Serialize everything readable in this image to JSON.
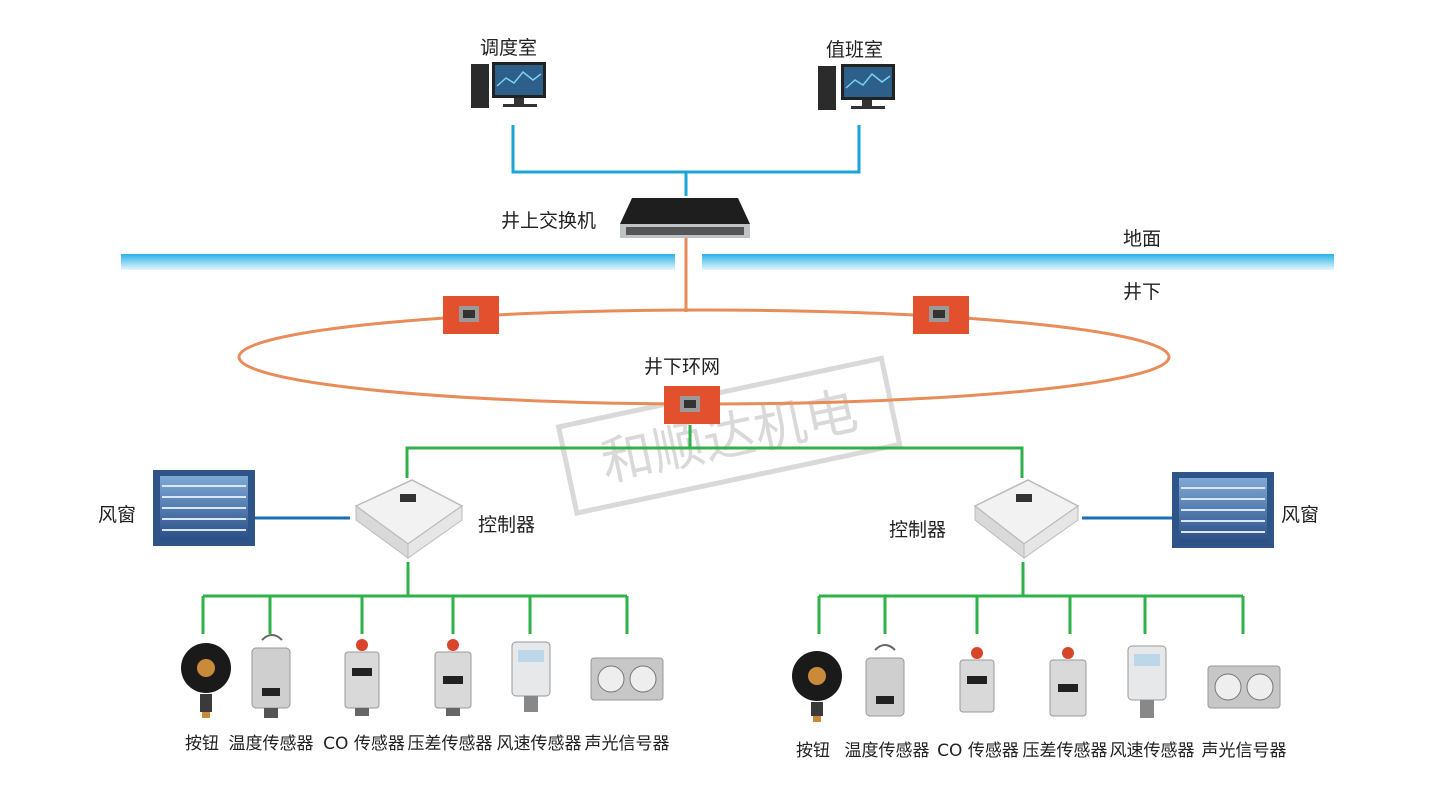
{
  "labels": {
    "dispatch_room": "调度室",
    "duty_room": "值班室",
    "surface_switch": "井上交换机",
    "ground": "地面",
    "underground": "井下",
    "ring_network": "井下环网",
    "left_window": "风窗",
    "right_window": "风窗",
    "left_controller": "控制器",
    "right_controller": "控制器"
  },
  "watermark": "和顺达机电",
  "left_devices": [
    "按钮",
    "温度传感器",
    "CO 传感器",
    "压差传感器",
    "风速传感器",
    "声光信号器"
  ],
  "right_devices": [
    "按钮",
    "温度传感器",
    "CO 传感器",
    "压差传感器",
    "风速传感器",
    "声光信号器"
  ],
  "colors": {
    "blue_line": "#19a6d6",
    "green_line": "#2fb14a",
    "orange_line": "#e88c5a",
    "ground_bar": "#29b2e6",
    "node_red": "#e2502e",
    "link_blue": "#1b6fb5"
  }
}
